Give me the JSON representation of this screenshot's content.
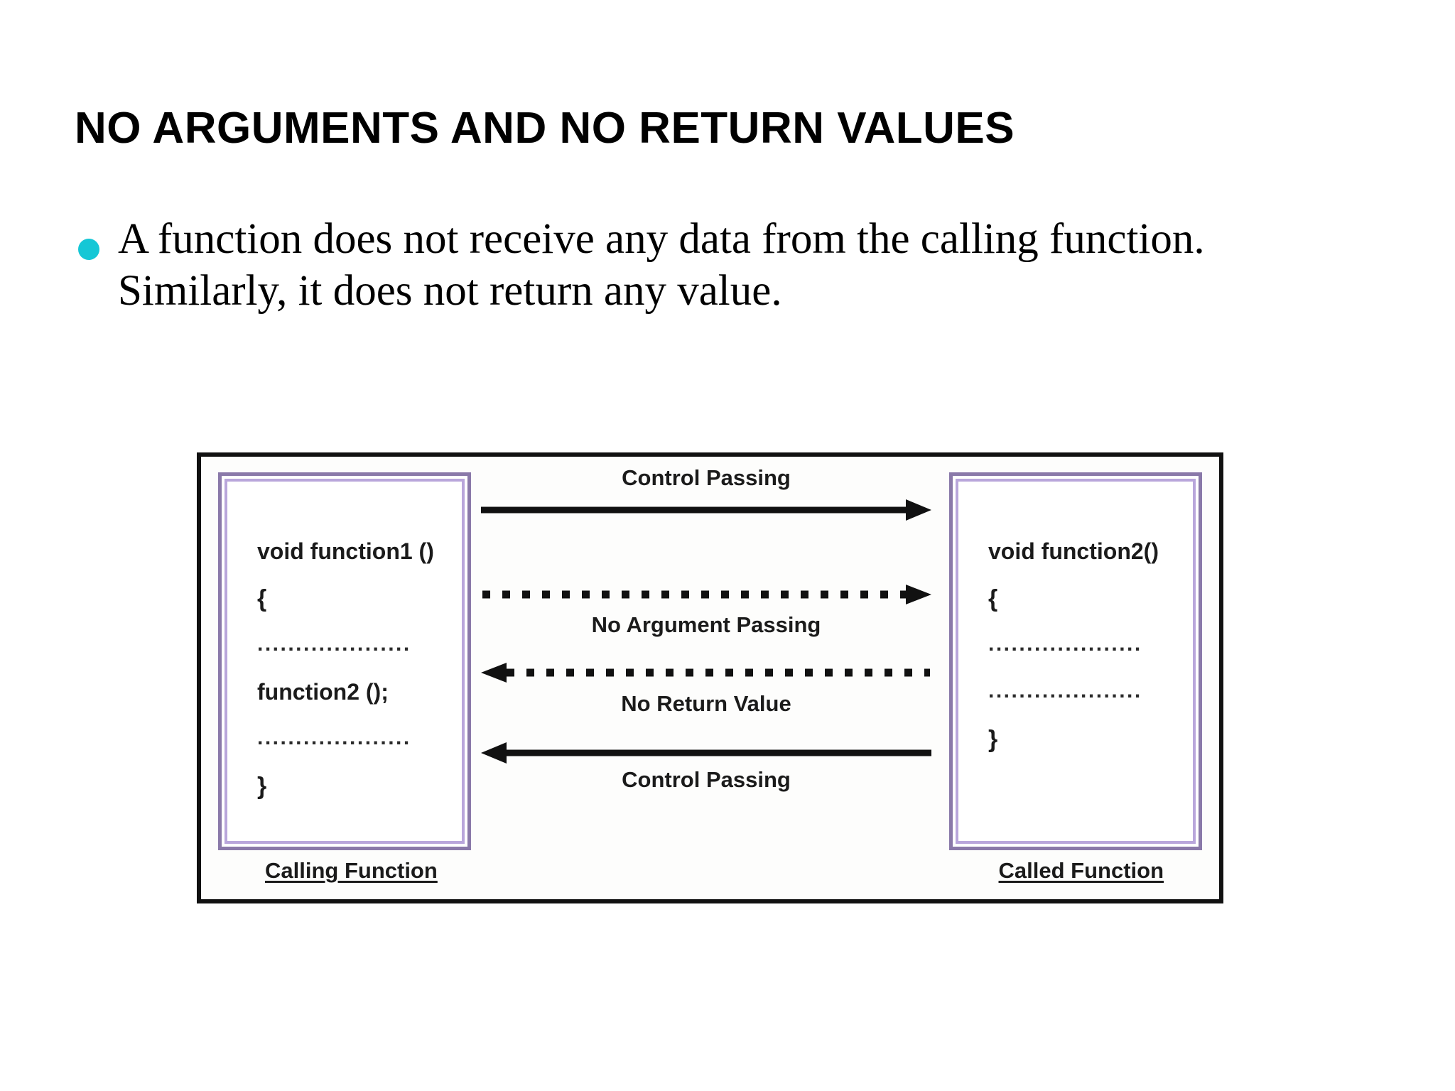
{
  "slide": {
    "title": "NO ARGUMENTS AND NO RETURN VALUES",
    "bullets": [
      "A function does not receive any data from the calling function. Similarly, it does not return any value."
    ]
  },
  "diagram": {
    "calling_function": {
      "caption": "Calling Function",
      "code_lines": [
        "void function1 ()",
        "{",
        "....................",
        "function2 ();",
        "....................",
        "}"
      ]
    },
    "called_function": {
      "caption": "Called Function",
      "code_lines": [
        "void function2()",
        "{",
        "....................",
        "....................",
        "}"
      ]
    },
    "arrows": [
      {
        "label": "Control Passing",
        "direction": "right",
        "style": "solid"
      },
      {
        "label": "No Argument Passing",
        "direction": "right",
        "style": "dotted"
      },
      {
        "label": "No Return Value",
        "direction": "left",
        "style": "dotted"
      },
      {
        "label": "Control Passing",
        "direction": "left",
        "style": "solid"
      }
    ]
  },
  "colors": {
    "bullet": "#15C7D6",
    "box_outer_purple": "#8A79A9",
    "box_inner_purple": "#B9A6DB",
    "frame": "#111111",
    "text": "#000000"
  }
}
